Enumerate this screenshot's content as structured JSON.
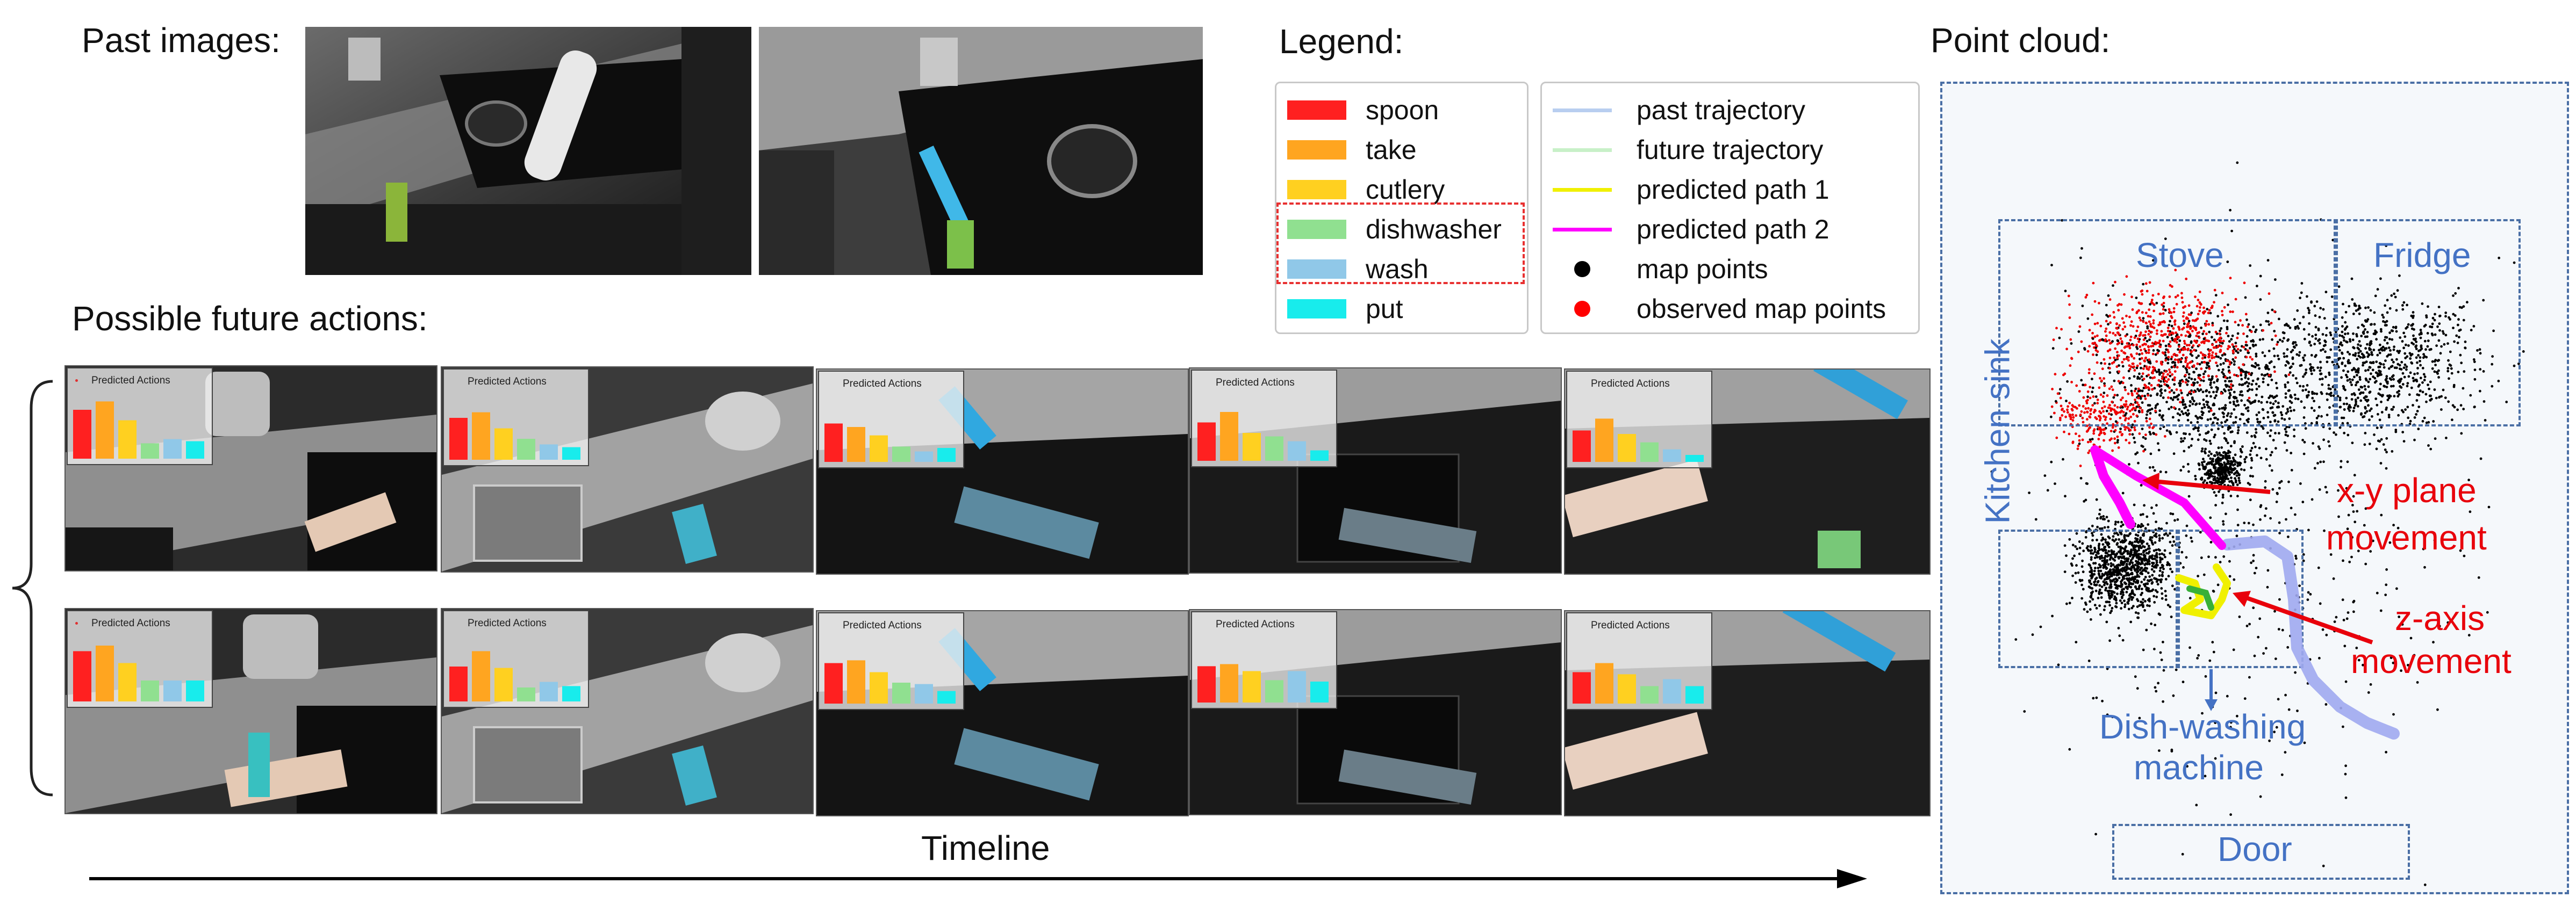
{
  "headers": {
    "past_images": "Past images:",
    "legend": "Legend:",
    "point_cloud": "Point cloud:",
    "possible_future": "Possible future actions:",
    "timeline": "Timeline"
  },
  "inset_title": "Predicted Actions",
  "legend_actions": [
    {
      "label": "spoon",
      "color": "#ff2020"
    },
    {
      "label": "take",
      "color": "#ffa520"
    },
    {
      "label": "cutlery",
      "color": "#ffd020"
    },
    {
      "label": "dishwasher",
      "color": "#90e090"
    },
    {
      "label": "wash",
      "color": "#90c8e8"
    },
    {
      "label": "put",
      "color": "#18ecec"
    }
  ],
  "legend_paths": [
    {
      "label": "past trajectory",
      "color": "#b8cef0",
      "kind": "line"
    },
    {
      "label": "future trajectory",
      "color": "#c8f0c8",
      "kind": "line"
    },
    {
      "label": "predicted path 1",
      "color": "#f0f000",
      "kind": "line"
    },
    {
      "label": "predicted path 2",
      "color": "#ff00ff",
      "kind": "line"
    },
    {
      "label": "map points",
      "color": "#000000",
      "kind": "dot"
    },
    {
      "label": "observed map points",
      "color": "#ff0000",
      "kind": "dot"
    }
  ],
  "regions": {
    "stove": "Stove",
    "fridge": "Fridge",
    "kitchen_sink": "Kitchen sink",
    "dishwasher_line1": "Dish-washing",
    "dishwasher_line2": "machine",
    "door": "Door"
  },
  "annotations": {
    "xy_line1": "x-y plane",
    "xy_line2": "movement",
    "z_line1": "z-axis",
    "z_line2": "movement"
  },
  "frames": [
    [
      {
        "values": [
          0.7,
          0.82,
          0.55,
          0.22,
          0.28,
          0.25
        ]
      },
      {
        "values": [
          0.6,
          0.68,
          0.45,
          0.3,
          0.22,
          0.18
        ]
      },
      {
        "values": [
          0.55,
          0.5,
          0.38,
          0.22,
          0.15,
          0.2
        ]
      },
      {
        "values": [
          0.55,
          0.7,
          0.4,
          0.35,
          0.28,
          0.15
        ]
      },
      {
        "values": [
          0.45,
          0.62,
          0.4,
          0.28,
          0.18,
          0.1
        ]
      }
    ],
    [
      {
        "values": [
          0.72,
          0.8,
          0.55,
          0.3,
          0.3,
          0.3
        ]
      },
      {
        "values": [
          0.5,
          0.72,
          0.48,
          0.2,
          0.28,
          0.22
        ]
      },
      {
        "values": [
          0.58,
          0.62,
          0.45,
          0.3,
          0.28,
          0.18
        ]
      },
      {
        "values": [
          0.52,
          0.55,
          0.45,
          0.32,
          0.45,
          0.3
        ]
      },
      {
        "values": [
          0.45,
          0.58,
          0.42,
          0.25,
          0.35,
          0.25
        ]
      }
    ]
  ]
}
